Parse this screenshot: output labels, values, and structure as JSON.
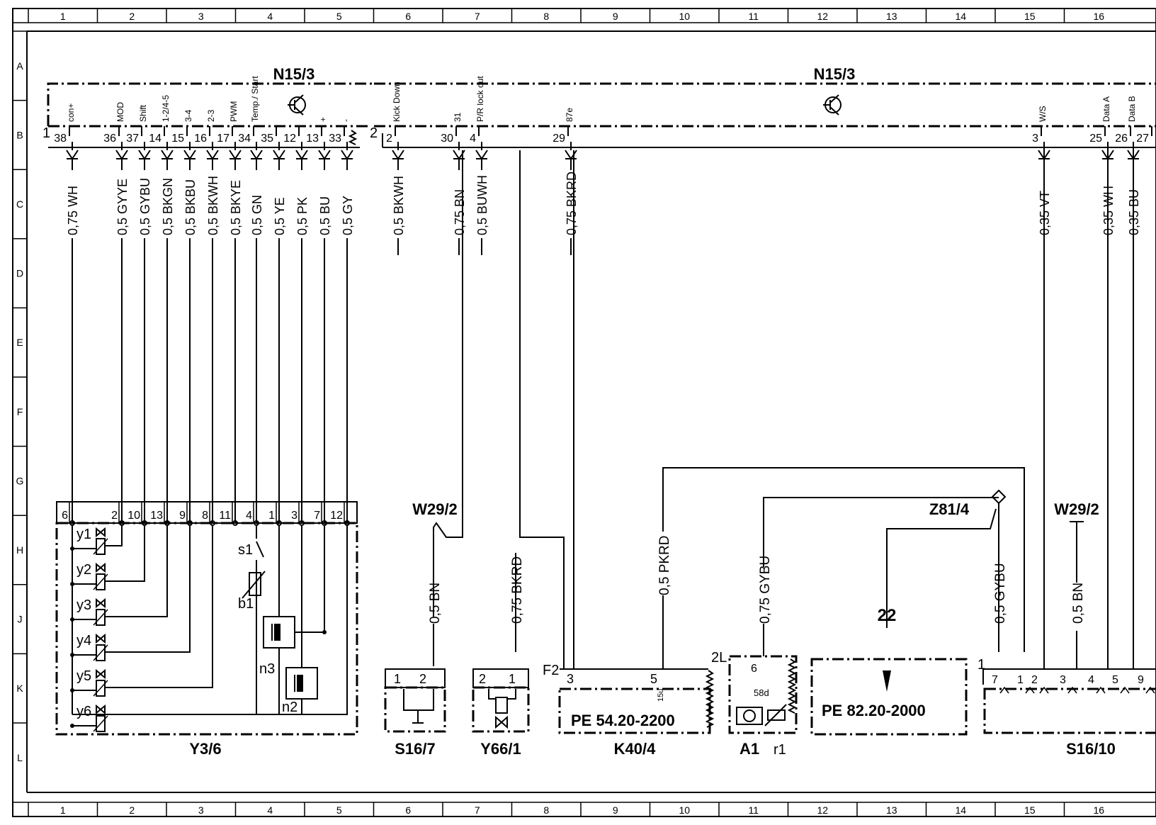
{
  "grid": {
    "columns": [
      "1",
      "2",
      "3",
      "4",
      "5",
      "6",
      "7",
      "8",
      "9",
      "10",
      "11",
      "12",
      "13",
      "14",
      "15",
      "16"
    ],
    "rows": [
      "A",
      "B",
      "C",
      "D",
      "E",
      "F",
      "G",
      "H",
      "J",
      "K",
      "L"
    ]
  },
  "modules": {
    "n15_3_left": {
      "label": "N15/3",
      "connector": "1"
    },
    "n15_3_right": {
      "label": "N15/3",
      "connector": "2"
    }
  },
  "left_pins": [
    {
      "sig": "con+",
      "pin": "38",
      "wire": "0,75 WH",
      "plug": "6"
    },
    {
      "sig": "MOD",
      "pin": "36",
      "wire": "0,5 GYYE",
      "plug": "2"
    },
    {
      "sig": "Shift",
      "pin": "37",
      "wire": "0,5 GYBU",
      "plug": "10"
    },
    {
      "sig": "1-2/4-5",
      "pin": "14",
      "wire": "0,5 BKGN",
      "plug": "13"
    },
    {
      "sig": "3-4",
      "pin": "15",
      "wire": "0,5 BKBU",
      "plug": "9"
    },
    {
      "sig": "2-3",
      "pin": "16",
      "wire": "0,5 BKWH",
      "plug": "8"
    },
    {
      "sig": "PWM",
      "pin": "17",
      "wire": "0,5 BKYE",
      "plug": "11"
    },
    {
      "sig": "Temp./ Start",
      "pin": "34",
      "wire": "0,5 GN",
      "plug": "4"
    },
    {
      "sig": "",
      "pin": "35",
      "wire": "0,5 YE",
      "plug": "1"
    },
    {
      "sig": "",
      "pin": "12",
      "wire": "0,5 PK",
      "plug": "3"
    },
    {
      "sig": "+",
      "pin": "13",
      "wire": "0,5 BU",
      "plug": "7"
    },
    {
      "sig": "-",
      "pin": "33",
      "wire": "0,5 GY",
      "plug": "12"
    }
  ],
  "right_pins": [
    {
      "sig": "Kick Down",
      "pin": "2",
      "wire": "0,5 BKWH"
    },
    {
      "sig": "31",
      "pin": "30",
      "wire": "0,75 BN"
    },
    {
      "sig": "P/R lock out",
      "pin": "4",
      "wire": "0,5 BUWH"
    },
    {
      "sig": "87e",
      "pin": "29",
      "wire": "0,75 BKRD"
    },
    {
      "sig": "W/S",
      "pin": "3",
      "wire": "0,35 VT"
    },
    {
      "sig": "Data A",
      "pin": "25",
      "wire": "0,35 WH"
    },
    {
      "sig": "Data B",
      "pin": "26",
      "wire": "0,35 BU"
    },
    {
      "sig": "",
      "pin": "27",
      "wire": ""
    }
  ],
  "y3_6": {
    "label": "Y3/6",
    "valves": [
      "y1",
      "y2",
      "y3",
      "y4",
      "y5",
      "y6"
    ],
    "switch": "s1",
    "sensor": "b1",
    "speed1": "n3",
    "speed2": "n2"
  },
  "s16_7": {
    "label": "S16/7",
    "pins": [
      "1",
      "2"
    ],
    "wire": "0,5 BN"
  },
  "w29_2_a": {
    "label": "W29/2"
  },
  "y66_1": {
    "label": "Y66/1",
    "pins": [
      "2",
      "1"
    ],
    "wire": "0,75 BKRD"
  },
  "k40_4": {
    "label": "K40/4",
    "fuse": "F2",
    "pins": [
      "3",
      "5"
    ],
    "pin5_sig": "15u",
    "ref": "PE 54.20-2200",
    "wire": "0,5 PKRD"
  },
  "a1": {
    "label": "A1",
    "sub": "r1",
    "conn": "2L",
    "pin": "6",
    "sig": "58d",
    "wire": "0,75 GYBU"
  },
  "ref22": {
    "num": "22",
    "ref": "PE 82.20-2000"
  },
  "z81_4": {
    "label": "Z81/4",
    "wire": "0,5 GYBU"
  },
  "w29_2_b": {
    "label": "W29/2",
    "wire": "0,5 BN"
  },
  "s16_10": {
    "label": "S16/10",
    "conn": "1",
    "pins": [
      "7",
      "1",
      "2",
      "3",
      "4",
      "5",
      "9"
    ]
  },
  "colors": {
    "line": "#000000",
    "background": "#ffffff"
  }
}
